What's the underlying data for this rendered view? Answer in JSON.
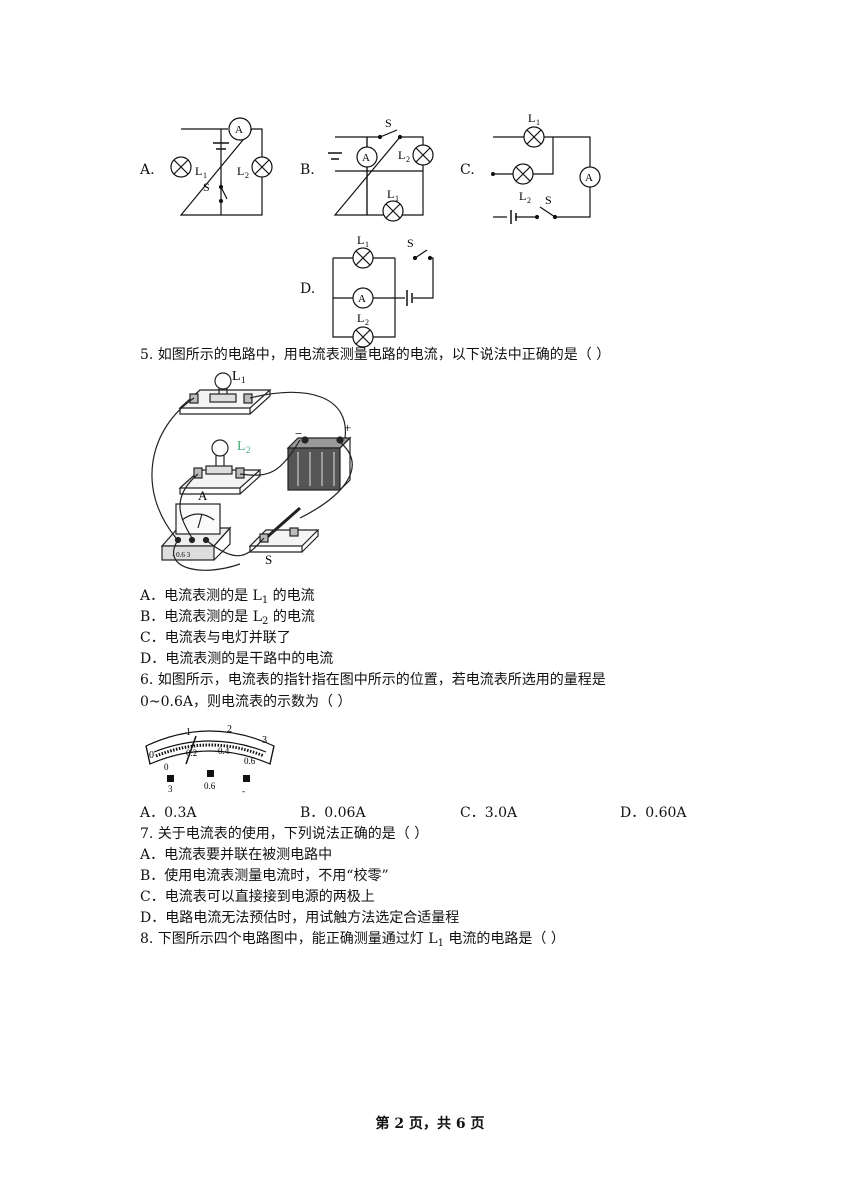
{
  "q4": {
    "options": [
      "A.",
      "B.",
      "C.",
      "D."
    ],
    "labels": {
      "ammeter": "A",
      "switch": "S",
      "lamp": "L",
      "sub1": "1",
      "sub2": "2"
    }
  },
  "q5": {
    "stem": "5.   如图所示的电路中，用电流表测量电路的电流，以下说法中正确的是（          ）",
    "figure": {
      "l1": "L",
      "l1sub": "1",
      "l2": "L",
      "l2sub": "2",
      "ammeter": "A",
      "switch": "S",
      "minus": "−",
      "plus": "+",
      "terminals": "- 0.6  3"
    },
    "options": [
      {
        "pre": "A．电流表测的是 L",
        "sub": "1",
        "post": " 的电流"
      },
      {
        "pre": "B．电流表测的是 L",
        "sub": "2",
        "post": " 的电流"
      },
      {
        "pre": "C．电流表与电灯并联了",
        "sub": "",
        "post": ""
      },
      {
        "pre": "D．电流表测的是干路中的电流",
        "sub": "",
        "post": ""
      }
    ]
  },
  "q6": {
    "stem1": "6.   如图所示，电流表的指针指在图中所示的位置，若电流表所选用的量程是",
    "stem2": "0~0.6A，则电流表的示数为（          ）",
    "dial": {
      "upper": [
        "0",
        "1",
        "2",
        "3"
      ],
      "lower": [
        "0",
        "0.2",
        "0.4",
        "0.6"
      ],
      "terminals": [
        "3",
        "0.6",
        "-"
      ]
    },
    "options": [
      "A．0.3A",
      "B．0.06A",
      "C．3.0A",
      "D．0.60A"
    ]
  },
  "q7": {
    "stem": "7.   关于电流表的使用，下列说法正确的是（          ）",
    "options": [
      "A．电流表要并联在被测电路中",
      "B．使用电流表测量电流时，不用“校零”",
      "C．电流表可以直接接到电源的两极上",
      "D．电路电流无法预估时，用试触方法选定合适量程"
    ]
  },
  "q8": {
    "stem_pre": "8.   下图所示四个电路图中，能正确测量通过灯 L",
    "stem_sub": "1",
    "stem_post": " 电流的电路是（          ）"
  },
  "footer": "第 2 页，共 6 页"
}
